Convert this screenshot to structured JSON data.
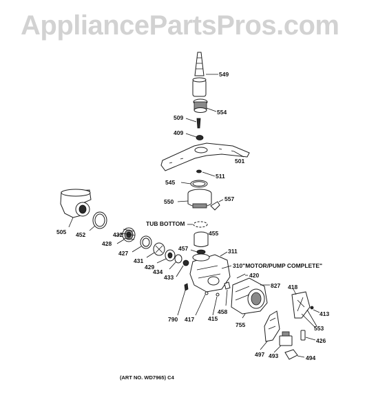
{
  "watermark": "AppliancePartsPros.com",
  "art_number": "(ART NO. WD7965) C4",
  "labels": {
    "tub_bottom": "TUB BOTTOM",
    "motor_pump": "310\"MOTOR/PUMP COMPLETE\""
  },
  "callouts": {
    "p549": "549",
    "p554": "554",
    "p509": "509",
    "p409": "409",
    "p501": "501",
    "p511": "511",
    "p545": "545",
    "p557": "557",
    "p550": "550",
    "p455": "455",
    "p505": "505",
    "p452": "452",
    "p432": "432",
    "p428": "428",
    "p427": "427",
    "p431": "431",
    "p429": "429",
    "p434": "434",
    "p433": "433",
    "p457": "457",
    "p311": "311",
    "p420": "420",
    "p827": "827",
    "p418": "418",
    "p413": "413",
    "p553": "553",
    "p790": "790",
    "p417": "417",
    "p415": "415",
    "p458": "458",
    "p755": "755",
    "p426": "426",
    "p497": "497",
    "p493": "493",
    "p494": "494"
  }
}
